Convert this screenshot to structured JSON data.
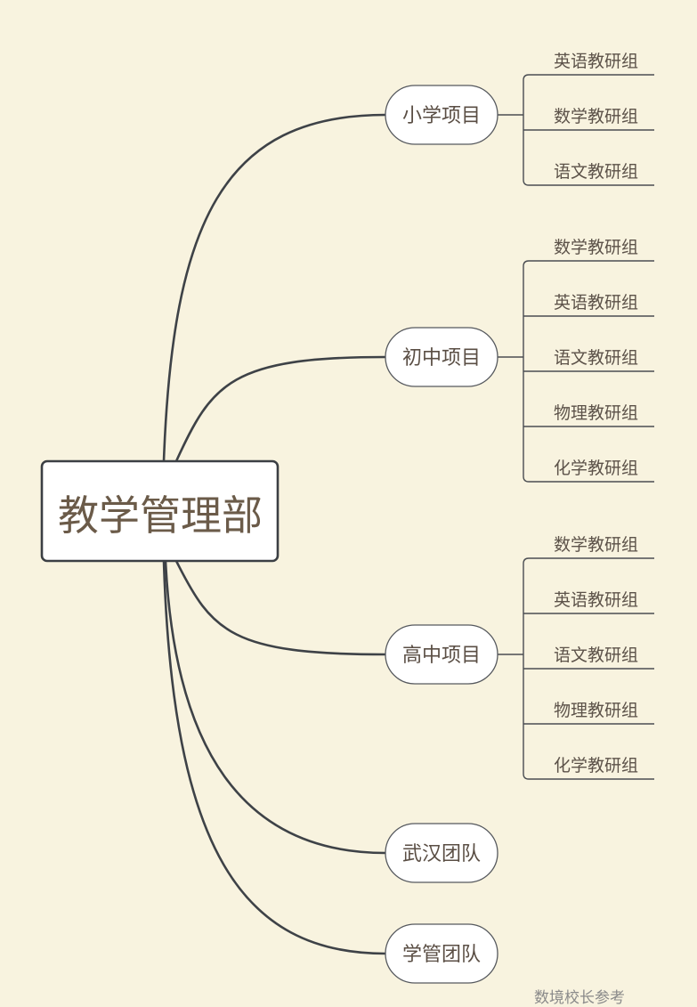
{
  "root": {
    "label": "教学管理部"
  },
  "branches": [
    {
      "label": "小学项目",
      "children": [
        "英语教研组",
        "数学教研组",
        "语文教研组"
      ]
    },
    {
      "label": "初中项目",
      "children": [
        "数学教研组",
        "英语教研组",
        "语文教研组",
        "物理教研组",
        "化学教研组"
      ]
    },
    {
      "label": "高中项目",
      "children": [
        "数学教研组",
        "英语教研组",
        "语文教研组",
        "物理教研组",
        "化学教研组"
      ]
    },
    {
      "label": "武汉团队",
      "children": []
    },
    {
      "label": "学管团队",
      "children": []
    }
  ],
  "watermark": "数境校长参考",
  "colors": {
    "background": "#f8f3df",
    "connector": "#3e4247",
    "node_fill": "#ffffff",
    "root_text": "#6b5b49",
    "node_text": "#5a4e44"
  }
}
